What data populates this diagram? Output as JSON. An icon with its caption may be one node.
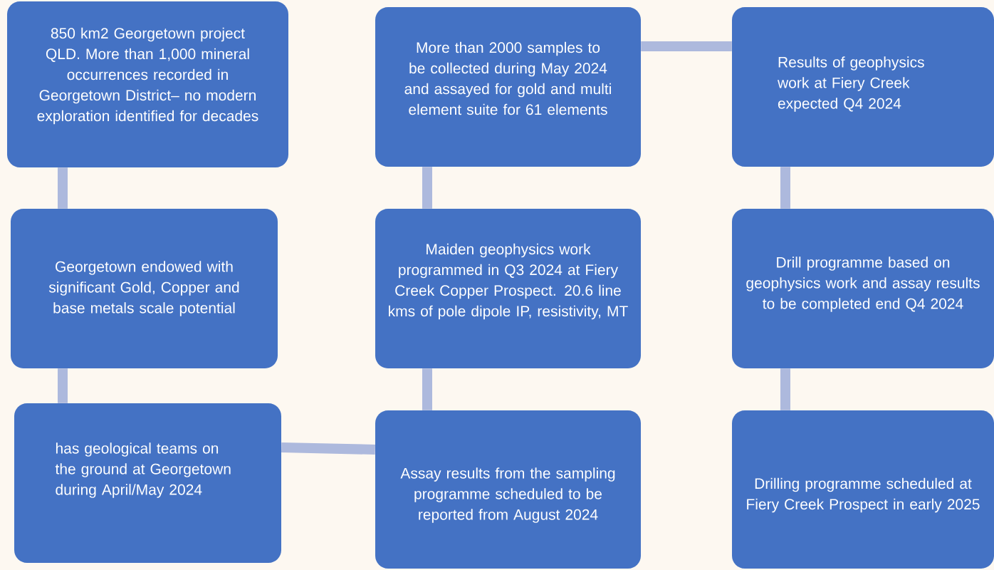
{
  "diagram": {
    "nodes": [
      {
        "text": [
          "850 km2 Georgetown project QLD.  More than 1,000 mineral occurrences recorded in Georgetown District– no modern exploration identified for decades"
        ]
      },
      {
        "text": [
          "Georgetown endowed with significant Gold, Copper and base metals scale potential"
        ]
      },
      {
        "text": [
          "has geological teams on the ground at Georgetown during April/May 2024"
        ]
      },
      {
        "text": [
          "Assay results from the sampling programme scheduled to be reported  from August 2024"
        ]
      },
      {
        "text": [
          "Maiden geophysics work programmed in Q3 2024 at Fiery Creek Copper Prospect. 20.6 line kms of pole dipole IP, resistivity, MT"
        ]
      },
      {
        "text": [
          "More than 2000 samples to be collected during May 2024 and assayed for gold and multi element suite for 61 elements"
        ]
      },
      {
        "text": [
          "Results of geophysics work at Fiery Creek expected Q4 2024"
        ]
      },
      {
        "text": [
          "Drill programme based on geophysics work and assay results to be completed end Q4 2024"
        ]
      },
      {
        "text": [
          "Drilling programme scheduled at Fiery Creek Prospect in early 2025"
        ]
      }
    ],
    "edges": [
      {
        "from": 0,
        "to": 1,
        "arrow": "none"
      },
      {
        "from": 1,
        "to": 2,
        "arrow": "none"
      },
      {
        "from": 2,
        "to": 3,
        "arrow": "none"
      },
      {
        "from": 3,
        "to": 4,
        "arrow": "none"
      },
      {
        "from": 4,
        "to": 5,
        "arrow": "none"
      },
      {
        "from": 5,
        "to": 6,
        "arrow": "none"
      },
      {
        "from": 6,
        "to": 7,
        "arrow": "none"
      },
      {
        "from": 7,
        "to": 8,
        "arrow": "none"
      }
    ]
  }
}
